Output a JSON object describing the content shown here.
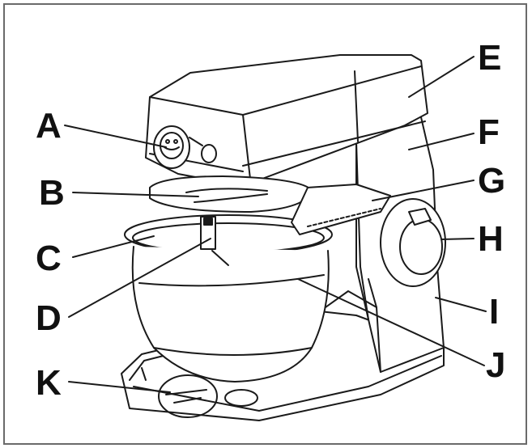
{
  "labels": {
    "A": "A",
    "B": "B",
    "C": "C",
    "D": "D",
    "E": "E",
    "F": "F",
    "G": "G",
    "H": "H",
    "I": "I",
    "J": "J",
    "K": "K"
  },
  "style": {
    "line_color": "#1a1a1a",
    "fill_color": "#ffffff",
    "border_color": "#6a6a6a"
  }
}
